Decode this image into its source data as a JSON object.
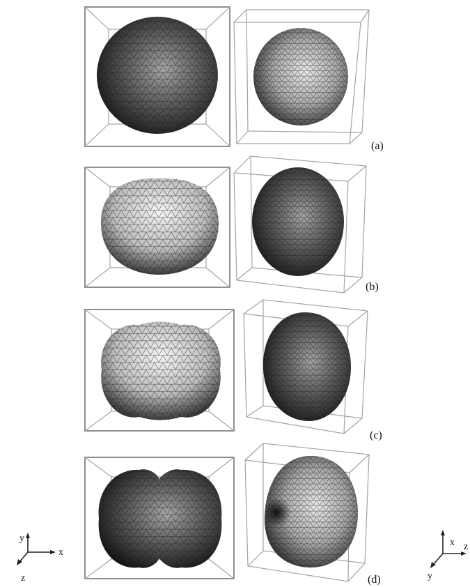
{
  "panels": [
    {
      "label": "(a)"
    },
    {
      "label": "(b)"
    },
    {
      "label": "(c)"
    },
    {
      "label": "(d)"
    }
  ],
  "axes": {
    "left": {
      "y": "y",
      "x": "x",
      "z": "z"
    },
    "right": {
      "x": "x",
      "z": "z",
      "y": "y"
    }
  },
  "colors": {
    "box_stroke": "#8f8f8f",
    "mesh_line": "#1a1a1a",
    "shape_light": "#f4f4f4",
    "shape_dark": "#202020"
  }
}
